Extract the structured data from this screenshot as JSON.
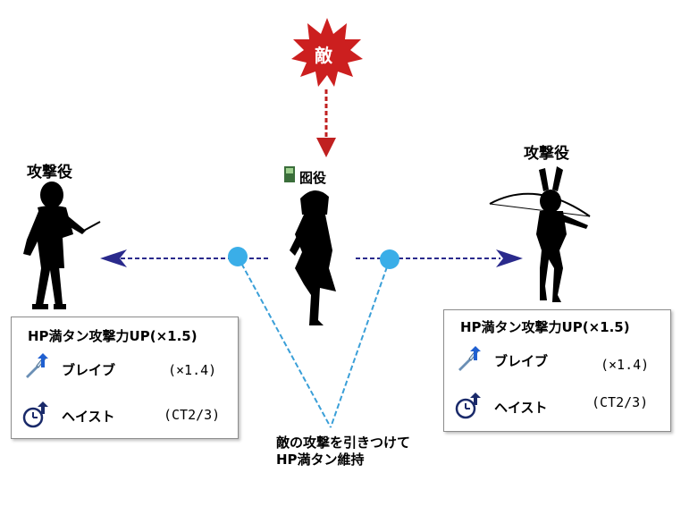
{
  "enemy": {
    "label": "敵"
  },
  "center": {
    "label": "囮役"
  },
  "left": {
    "label": "攻撃役",
    "box": {
      "title": "HP満タン攻撃力UP(×1.5)",
      "rows": [
        {
          "icon": "brave-sword-up-icon",
          "name": "ブレイブ",
          "value": "(×1.4)"
        },
        {
          "icon": "haste-clock-up-icon",
          "name": "ヘイスト",
          "value": "(CT2/3)"
        }
      ]
    }
  },
  "right": {
    "label": "攻撃役",
    "box": {
      "title": "HP満タン攻撃力UP(×1.5)",
      "rows": [
        {
          "icon": "brave-sword-up-icon",
          "name": "ブレイブ",
          "value": "(×1.4)"
        },
        {
          "icon": "haste-clock-up-icon",
          "name": "ヘイスト",
          "value": "(CT2/3)"
        }
      ]
    }
  },
  "caption": {
    "line1": "敵の攻撃を引きつけて",
    "line2": "HP満タン維持"
  },
  "colors": {
    "enemy_burst": "#cc1f1f",
    "enemy_arrow": "#c02020",
    "blue_arrow": "#2a2a8c",
    "cyan_line": "#3a9fd8",
    "node": "#3aaee8"
  }
}
